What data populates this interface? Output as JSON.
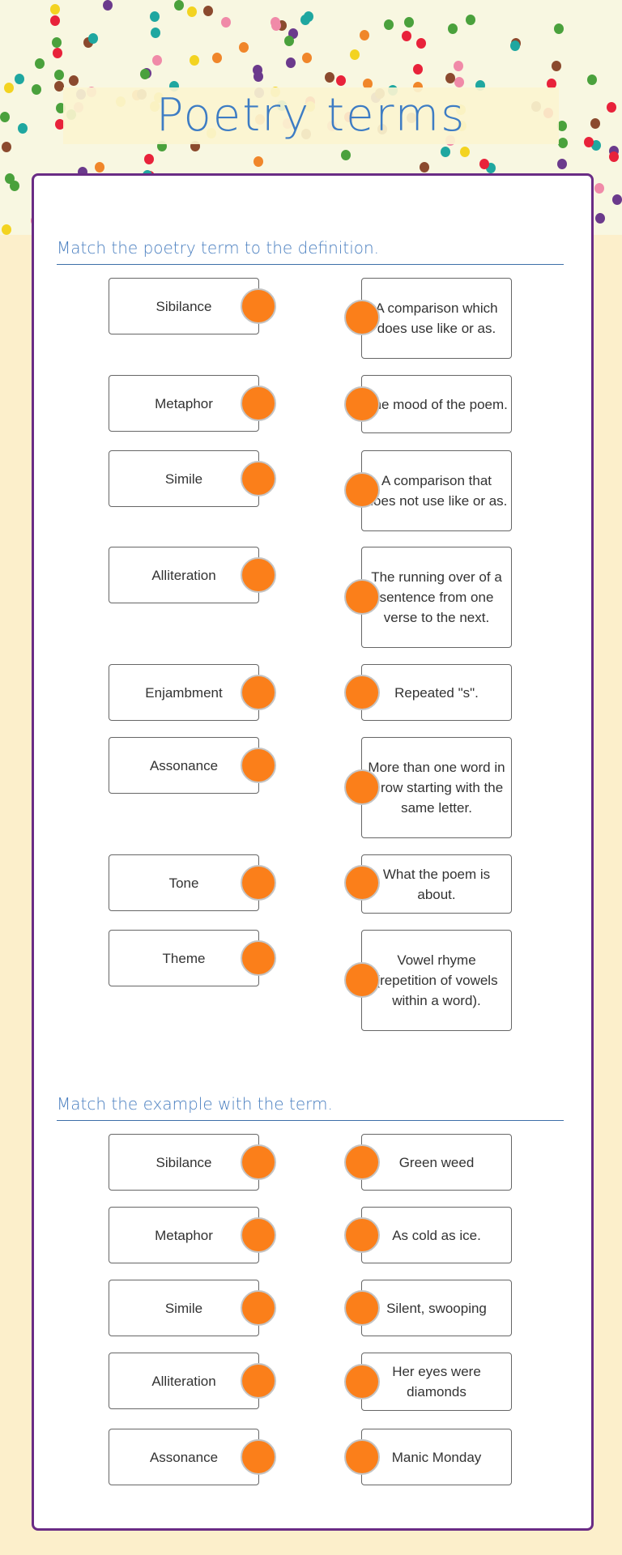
{
  "title": "Poetry terms",
  "colors": {
    "accent": "#fb7f1a",
    "heading": "#4a7fc0",
    "card_border": "#6a2c85",
    "background": "#fcefcb"
  },
  "sections": [
    {
      "heading": "Match the poetry term to the definition.",
      "terms": [
        "Sibilance",
        "Metaphor",
        "Simile",
        "Alliteration",
        "Enjambment",
        "Assonance",
        "Tone",
        "Theme"
      ],
      "answers": [
        "A comparison which does use like or as.",
        "The mood of the poem.",
        "A comparison that does not use like or as.",
        "The running over of a sentence from one verse to the next.",
        "Repeated \"s\".",
        "More than one word in s row starting with the same letter.",
        "What the poem is about.",
        "Vowel rhyme (repetition of vowels within a word)."
      ]
    },
    {
      "heading": "Match the example with the term.",
      "terms": [
        "Sibilance",
        "Metaphor",
        "Simile",
        "Alliteration",
        "Assonance"
      ],
      "answers": [
        "Green weed",
        "As cold as ice.",
        "Silent, swooping",
        "Her eyes were diamonds",
        "Manic Monday"
      ]
    }
  ]
}
